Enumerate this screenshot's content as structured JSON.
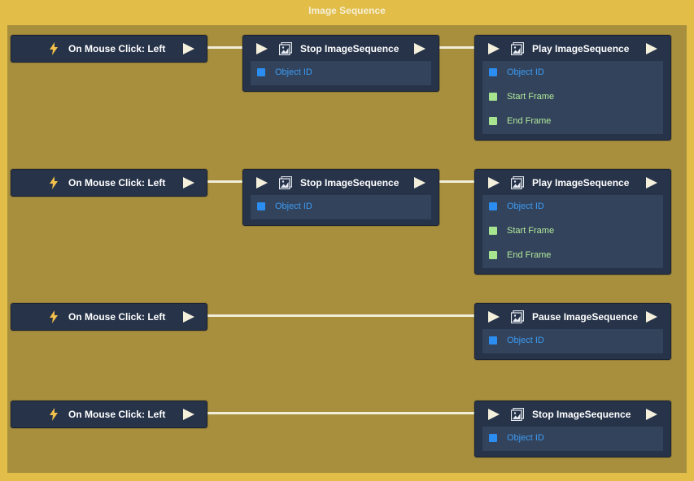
{
  "group": {
    "title": "Image Sequence"
  },
  "colors": {
    "group": "#e2bd48",
    "body": "#a88f3e",
    "node": "#263349",
    "param_area": "#34435c",
    "object_pin": "#2b8df0",
    "int_pin": "#a6e48f",
    "wire": "#f1edd8"
  },
  "rows": [
    {
      "event": {
        "title": "On Mouse Click: Left",
        "icon": "lightning-bolt-icon"
      },
      "stop": {
        "title": "Stop ImageSequence",
        "icon": "image-sequence-icon",
        "params": [
          {
            "label": "Object ID",
            "type": "object"
          }
        ]
      },
      "action": {
        "title": "Play ImageSequence",
        "icon": "image-sequence-icon",
        "params": [
          {
            "label": "Object ID",
            "type": "object"
          },
          {
            "label": "Start Frame",
            "type": "int"
          },
          {
            "label": "End Frame",
            "type": "int"
          }
        ]
      }
    },
    {
      "event": {
        "title": "On Mouse Click: Left",
        "icon": "lightning-bolt-icon"
      },
      "stop": {
        "title": "Stop ImageSequence",
        "icon": "image-sequence-icon",
        "params": [
          {
            "label": "Object ID",
            "type": "object"
          }
        ]
      },
      "action": {
        "title": "Play ImageSequence",
        "icon": "image-sequence-icon",
        "params": [
          {
            "label": "Object ID",
            "type": "object"
          },
          {
            "label": "Start Frame",
            "type": "int"
          },
          {
            "label": "End Frame",
            "type": "int"
          }
        ]
      }
    },
    {
      "event": {
        "title": "On Mouse Click: Left",
        "icon": "lightning-bolt-icon"
      },
      "action": {
        "title": "Pause ImageSequence",
        "icon": "image-sequence-icon",
        "params": [
          {
            "label": "Object ID",
            "type": "object"
          }
        ]
      }
    },
    {
      "event": {
        "title": "On Mouse Click: Left",
        "icon": "lightning-bolt-icon"
      },
      "action": {
        "title": "Stop ImageSequence",
        "icon": "image-sequence-icon",
        "params": [
          {
            "label": "Object ID",
            "type": "object"
          }
        ]
      }
    }
  ]
}
